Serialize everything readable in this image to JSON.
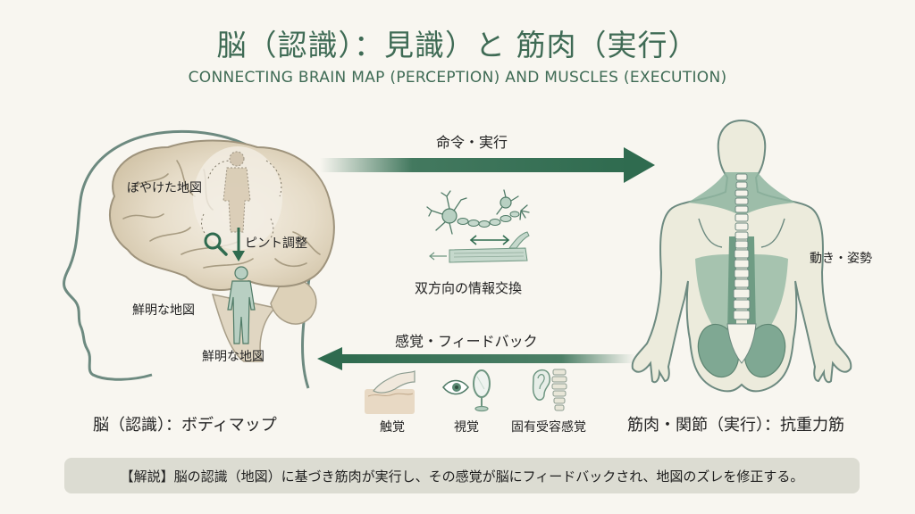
{
  "header": {
    "title": "脳（認識）：見識）と 筋肉（実行）",
    "subtitle": "CONNECTING BRAIN MAP (PERCEPTION) AND MUSCLES (EXECUTION)"
  },
  "brain_panel": {
    "blurry_map_label": "ぼやけた地図",
    "focus_adjust_label": "ピント調整",
    "clear_map_label_left": "鮮明な地図",
    "clear_map_label_bottom": "鮮明な地図",
    "caption": "脳（認識）：ボディマップ"
  },
  "center_panel": {
    "top_arrow_label": "命令・実行",
    "exchange_label": "双方向の情報交換",
    "bottom_arrow_label": "感覚・フィードバック",
    "senses": [
      {
        "label": "触覚",
        "icon": "hand-touch-icon"
      },
      {
        "label": "視覚",
        "icon": "eye-mirror-icon"
      },
      {
        "label": "固有受容感覚",
        "icon": "ear-spine-icon"
      }
    ]
  },
  "body_panel": {
    "movement_label": "動き・姿勢",
    "caption": "筋肉・関節（実行）：抗重力筋"
  },
  "footer": {
    "explanation": "【解説】脳の認識（地図）に基づき筋肉が実行し、その感覚が脳にフィードバックされ、地図のズレを修正する。"
  },
  "colors": {
    "background": "#f8f6f0",
    "accent_green": "#2f6b4f",
    "title_green": "#3f6b55",
    "outline_gray_green": "#6d8a80",
    "brain_beige": "#e3d8c4",
    "muscle_green": "#7fa893",
    "skin": "#ecebdc",
    "footer_box": "#dcdcd2"
  }
}
